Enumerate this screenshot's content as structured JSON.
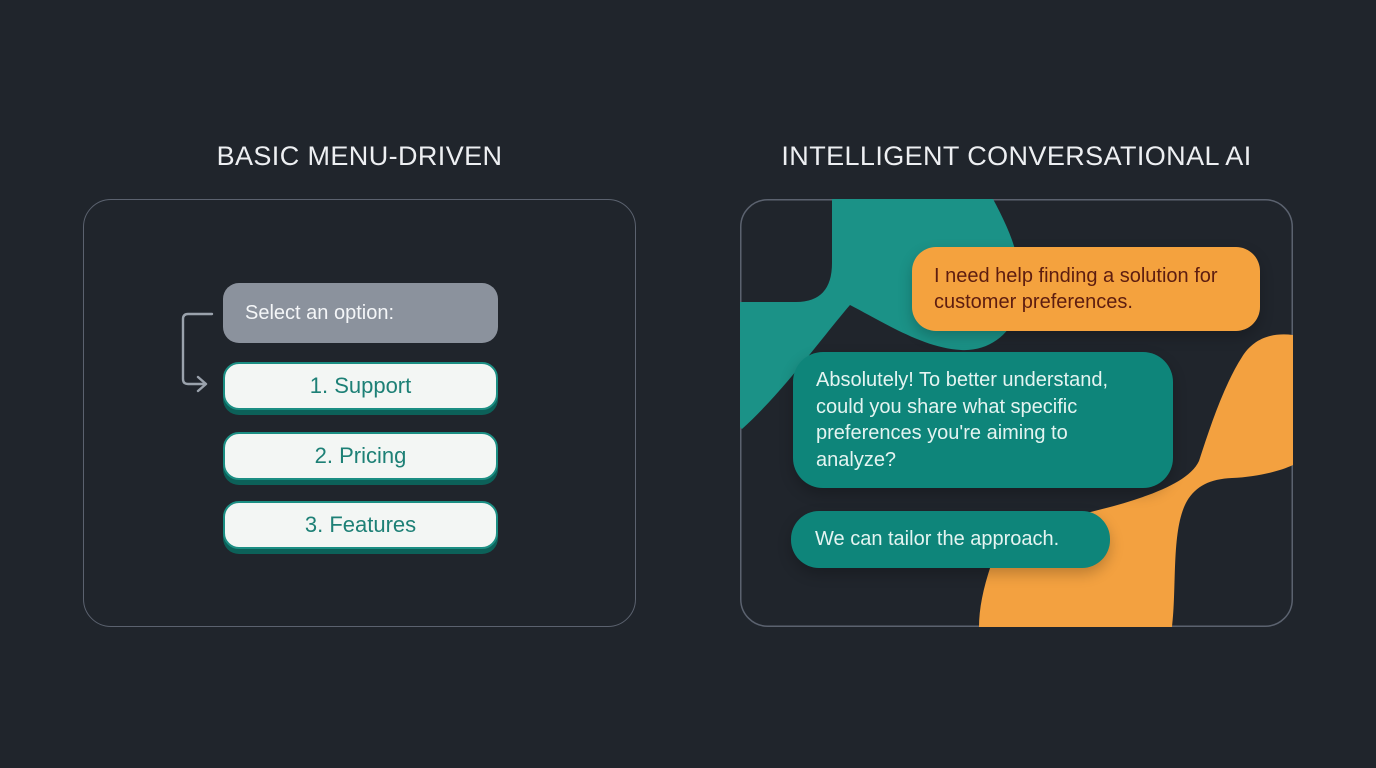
{
  "left_panel": {
    "title": "BASIC MENU-DRIVEN",
    "prompt": "Select an option:",
    "options": [
      {
        "label": "1. Support"
      },
      {
        "label": "2. Pricing"
      },
      {
        "label": "3. Features"
      }
    ]
  },
  "right_panel": {
    "title": "INTELLIGENT CONVERSATIONAL AI",
    "messages": [
      {
        "sender": "user",
        "text": "I need help finding a solution for customer preferences."
      },
      {
        "sender": "ai",
        "text": "Absolutely! To better understand, could you share what specific preferences you're aiming to analyze?"
      },
      {
        "sender": "ai",
        "text": "We can tailor the approach."
      }
    ]
  },
  "icons": {
    "flow_arrow": "bent-arrow-pointing-right"
  },
  "colors": {
    "background": "#20252c",
    "panel_border": "#5b626f",
    "title_text": "#edeff2",
    "teal_blob": "#1b9287",
    "orange_blob": "#f3a140",
    "bubble_teal": "#0e857a",
    "bubble_teal_text": "#e4f4f1",
    "bubble_orange": "#f4a23e",
    "bubble_orange_text": "#5d1d10",
    "prompt_bg": "#8b929d",
    "prompt_text": "#f4f6f8",
    "button_bg": "#f3f6f4",
    "button_border": "#1b8e83",
    "button_text": "#1d8076",
    "button_shadow": "#0c6159",
    "arrow": "#9aa2ac"
  }
}
